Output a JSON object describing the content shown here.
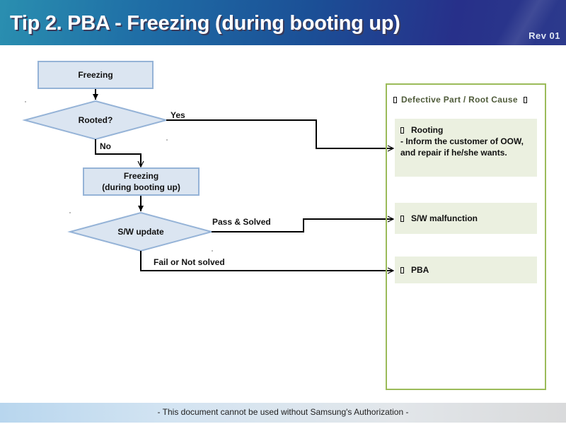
{
  "header": {
    "title": "Tip 2.  PBA - Freezing (during booting up)",
    "revision": "Rev 01"
  },
  "flowchart": {
    "nodes": {
      "start": "Freezing",
      "rooted_decision": "Rooted?",
      "freezing_booting_line1": "Freezing",
      "freezing_booting_line2": "(during booting up)",
      "sw_update_decision": "S/W update"
    },
    "edges": {
      "yes": "Yes",
      "no": "No",
      "pass_solved": "Pass & Solved",
      "fail_not_solved": "Fail or Not solved"
    }
  },
  "panel": {
    "title": "Defective Part / Root Cause",
    "title_icon": "box-bullet-icon",
    "causes": [
      {
        "label": "Rooting",
        "detail": "- Inform the customer of OOW, and repair if he/she wants."
      },
      {
        "label": "S/W malfunction"
      },
      {
        "label": "PBA"
      }
    ]
  },
  "colors": {
    "node_fill": "#dbe5f1",
    "node_border": "#95b3d7",
    "panel_border": "#9bbb59",
    "cause_fill": "#ebf0e0"
  },
  "footer": {
    "text": "- This document cannot be used without Samsung's Authorization -"
  }
}
